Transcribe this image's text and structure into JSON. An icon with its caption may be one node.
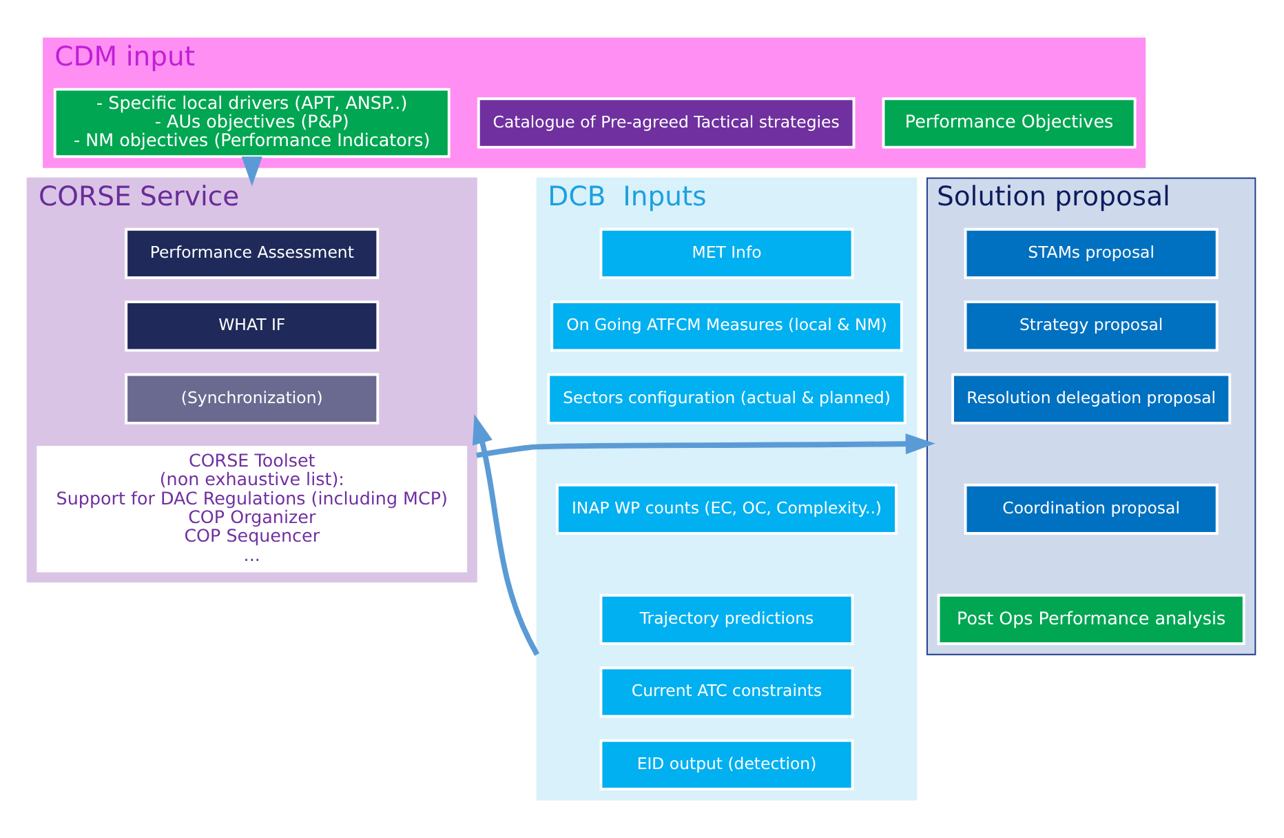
{
  "diagram": {
    "nodes": [
      {
        "text": [
          "CDM input"
        ]
      },
      {
        "text": [
          "Performance Objectives"
        ],
        "in": 0
      },
      {
        "text": [
          "Catalogue of Pre-agreed Tactical strategies"
        ],
        "in": 0
      },
      {
        "text": [
          "- Specific local drivers (APT, ANSP..)",
          "- AUs objectives (P&P)",
          "- NM objectives (Performance Indicators)"
        ],
        "in": 0
      },
      {
        "text": [
          "DCB  Inputs"
        ]
      },
      {
        "text": [
          "MET Info"
        ],
        "in": 4
      },
      {
        "text": [
          "On Going ATFCM Measures (local & NM)"
        ],
        "in": 4
      },
      {
        "text": [
          "Sectors configuration (actual & planned)"
        ],
        "in": 4
      },
      {
        "text": [
          "INAP WP counts (EC, OC, Complexity..)"
        ],
        "in": 4
      },
      {
        "text": [
          "Trajectory predictions"
        ],
        "in": 4
      },
      {
        "text": [
          "Current ATC constraints"
        ],
        "in": 4
      },
      {
        "text": [
          "EID output (detection)"
        ],
        "in": 4
      },
      {
        "text": [
          "CORSE Service"
        ]
      },
      {
        "text": [
          "Performance Assessment"
        ],
        "in": 12
      },
      {
        "text": [
          "WHAT IF"
        ],
        "in": 12
      },
      {
        "text": [
          "(Synchronization)"
        ],
        "in": 12
      },
      {
        "text": [
          "CORSE Toolset",
          "(non exhaustive list):",
          "Support for DAC Regulations (including MCP)",
          "COP Organizer",
          "COP Sequencer",
          "..."
        ],
        "in": 12
      },
      {
        "text": [
          "Solution proposal"
        ]
      },
      {
        "text": [
          "STAMs proposal"
        ],
        "in": 17
      },
      {
        "text": [
          "Strategy proposal"
        ],
        "in": 17
      },
      {
        "text": [
          "Resolution delegation proposal"
        ],
        "in": 17
      },
      {
        "text": [
          "Coordination proposal"
        ],
        "in": 17
      },
      {
        "text": [
          "Post Ops Performance analysis"
        ],
        "in": 17
      }
    ],
    "edges": [
      {
        "from": 0,
        "to": 12,
        "arrow": "to"
      },
      {
        "from": 4,
        "to": 12,
        "arrow": "to"
      },
      {
        "from": 12,
        "to": 17,
        "arrow": "to"
      }
    ]
  }
}
